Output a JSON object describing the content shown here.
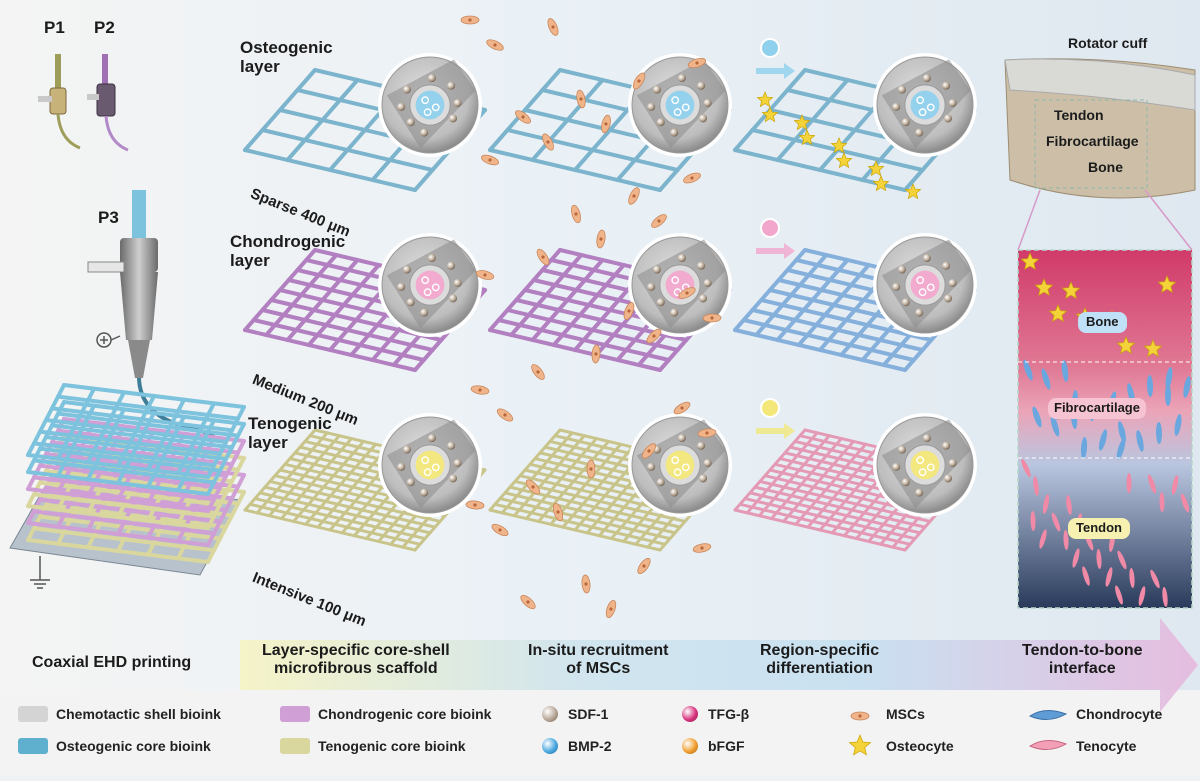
{
  "printing": {
    "p1": "P1",
    "p2": "P2",
    "p3": "P3"
  },
  "layers": [
    {
      "name": "Osteogenic\nlayer",
      "spacing": "Sparse 400 μm",
      "color": "#7bb4cc",
      "core": "#8fd0ec"
    },
    {
      "name": "Chondrogenic\nlayer",
      "spacing": "Medium 200 μm",
      "color": "#b27fc0",
      "core": "#f2a6cc"
    },
    {
      "name": "Tenogenic\nlayer",
      "spacing": "Intensive 100 μm",
      "color": "#c8c48a",
      "core": "#f3e77a"
    }
  ],
  "anatomy": {
    "title": "Rotator cuff",
    "tendon": "Tendon",
    "fibrocartilage": "Fibrocartilage",
    "bone": "Bone"
  },
  "histology": {
    "bone": "Bone",
    "fibrocartilage": "Fibrocartilage",
    "tendon": "Tendon"
  },
  "stages": [
    "Coaxial EHD printing",
    "Layer-specific core-shell\nmicrofibrous scaffold",
    "In-situ recruitment\nof MSCs",
    "Region-specific\ndifferentiation",
    "Tendon-to-bone\ninterface"
  ],
  "legend": {
    "bioinks": [
      {
        "label": "Chemotactic shell bioink",
        "color": "#d4d4d4"
      },
      {
        "label": "Osteogenic core bioink",
        "color": "#5fb0cf"
      },
      {
        "label": "Chondrogenic core bioink",
        "color": "#cf9fd6"
      },
      {
        "label": "Tenogenic core bioink",
        "color": "#d9d79e"
      }
    ],
    "factors": [
      {
        "label": "SDF-1",
        "color": "#9a8a7a"
      },
      {
        "label": "BMP-2",
        "color": "#4aa8e0"
      },
      {
        "label": "TFG-β",
        "color": "#d8357e"
      },
      {
        "label": "bFGF",
        "color": "#f0a030"
      }
    ],
    "cells": [
      {
        "label": "MSCs",
        "icon": "msc-cell-icon"
      },
      {
        "label": "Osteocyte",
        "icon": "osteocyte-icon"
      },
      {
        "label": "Chondrocyte",
        "icon": "chondrocyte-icon"
      },
      {
        "label": "Tenocyte",
        "icon": "tenocyte-icon"
      }
    ]
  }
}
